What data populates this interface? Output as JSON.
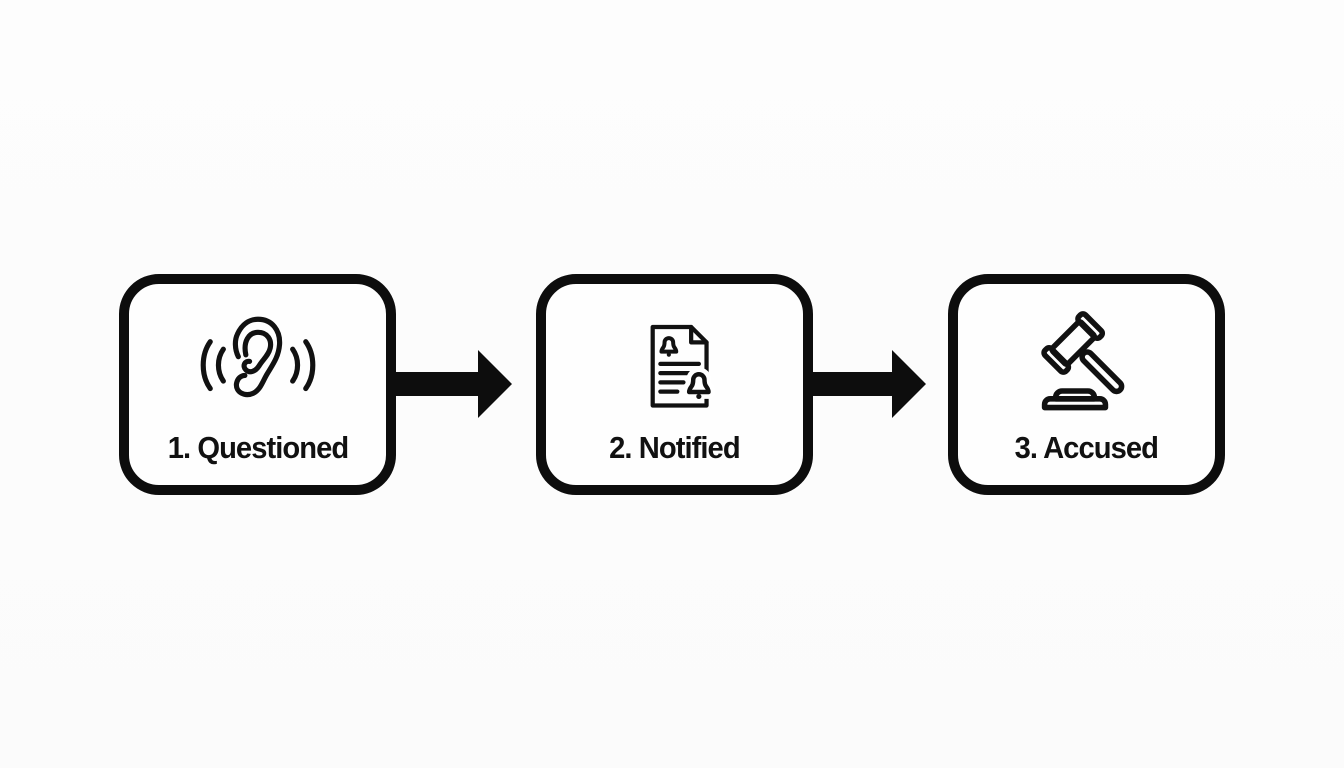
{
  "diagram": {
    "type": "flowchart",
    "background_color": "#fcfcfc",
    "foreground_color": "#111111",
    "box_border_color": "#0d0d0d",
    "steps": [
      {
        "label": "1. Questioned",
        "icon": "hearing-ear-icon"
      },
      {
        "label": "2. Notified",
        "icon": "notification-document-icon"
      },
      {
        "label": "3. Accused",
        "icon": "gavel-icon"
      }
    ],
    "connectors": [
      {
        "type": "arrow-right"
      },
      {
        "type": "arrow-right"
      }
    ]
  }
}
